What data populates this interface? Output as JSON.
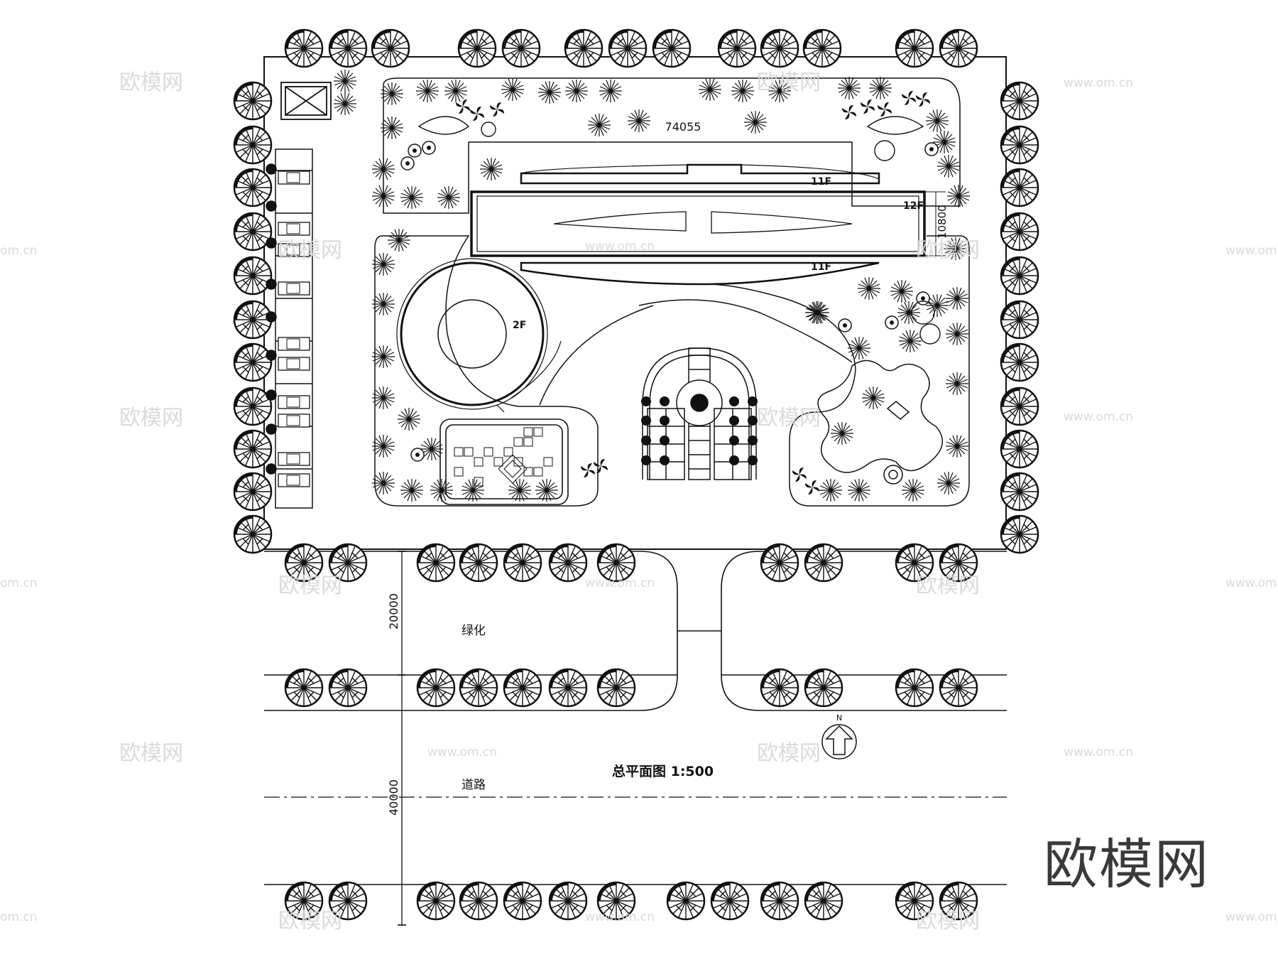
{
  "title": "总平面图  1:500",
  "labels": {
    "dim_top": "74055",
    "dim_side": "10800",
    "floor_11f_top": "11F",
    "floor_12f": "12F",
    "floor_11f_bottom": "11F",
    "floor_2f": "2F",
    "greenery": "绿化",
    "road": "道路",
    "dim_20000": "20000",
    "dim_40000": "40000",
    "north": "N"
  },
  "watermark": {
    "brand": "欧模网",
    "url": "www.om.cn",
    "partial_url": "om.cn"
  }
}
